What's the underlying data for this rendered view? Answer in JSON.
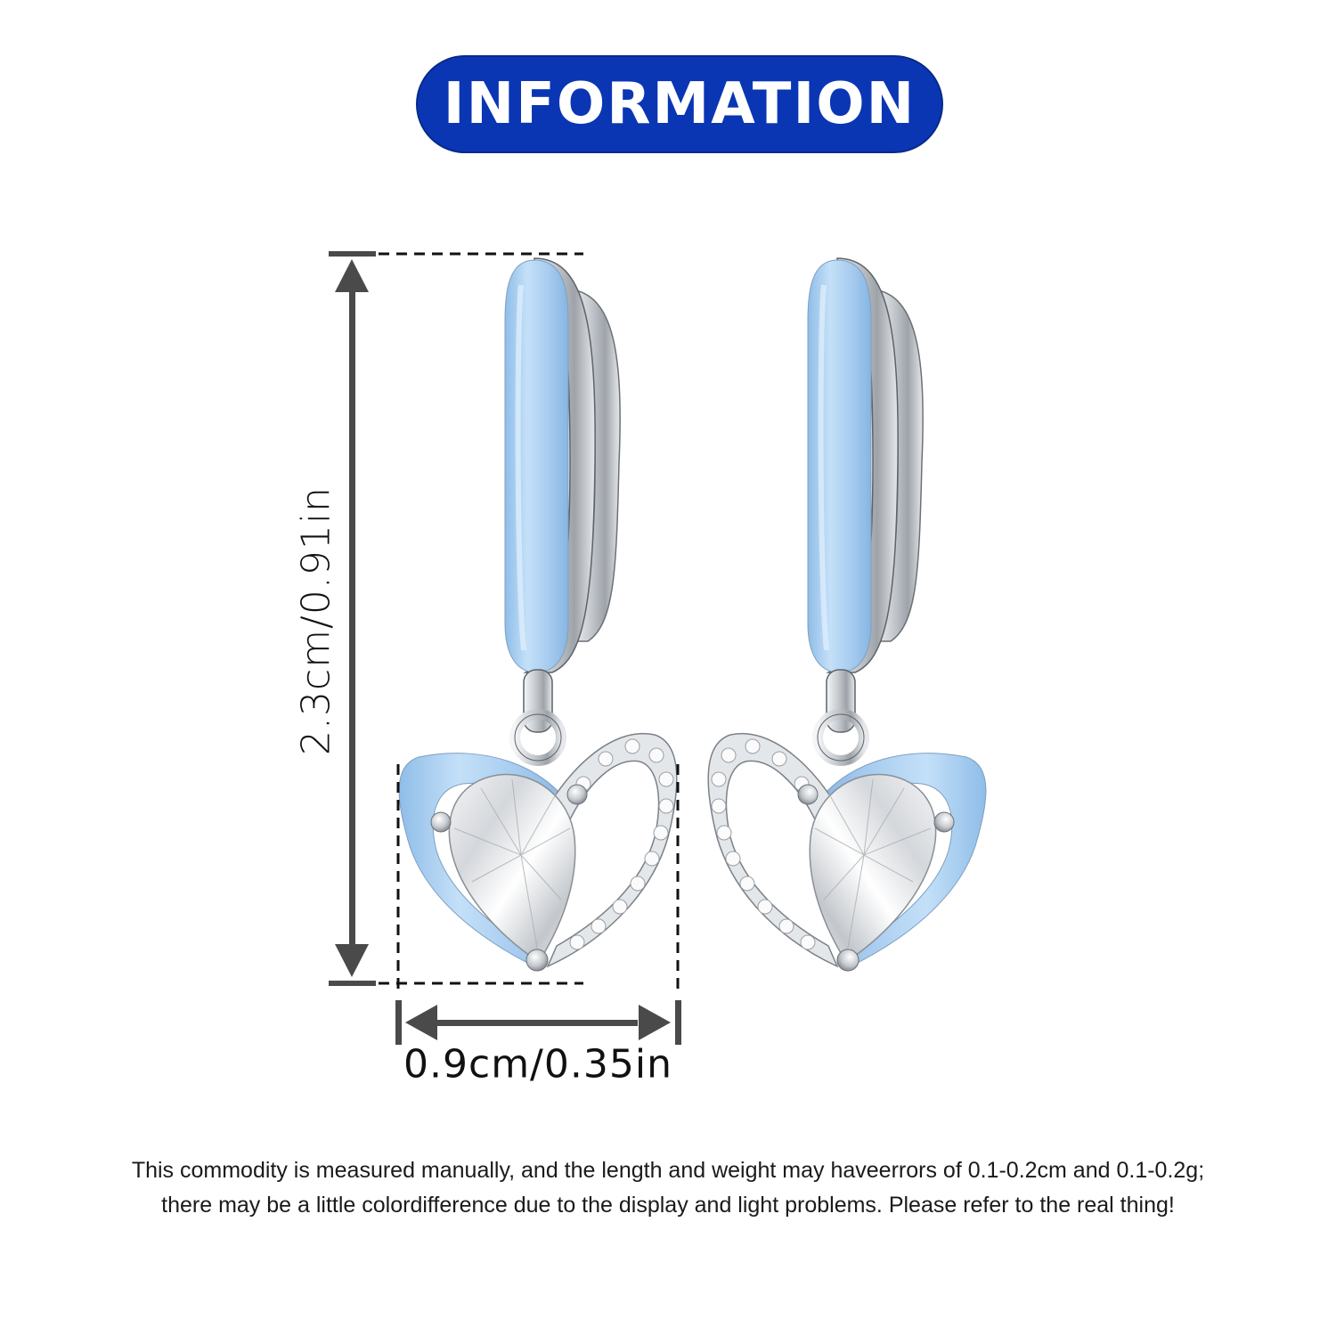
{
  "banner": {
    "title": "INFORMATION",
    "bg_color": "#0a36b4",
    "text_color": "#ffffff"
  },
  "product": {
    "description": "Pair of silver huggie hoop earrings with light blue enamel and heart-shaped drop pendants set with a pear-cut clear crystal and pave stones",
    "enamel_color": "#a8cdef",
    "metal_color": "#d9dce0"
  },
  "dimensions": {
    "height_label": "2.3cm/0.91in",
    "width_label": "0.9cm/0.35in",
    "line_color": "#4a4a4a"
  },
  "disclaimer": {
    "line1": "This commodity is measured manually, and the length and weight may haveerrors of 0.1-0.2cm and 0.1-0.2g;",
    "line2": "there may be a little colordifference due to the display and light problems. Please refer to the real thing!"
  }
}
